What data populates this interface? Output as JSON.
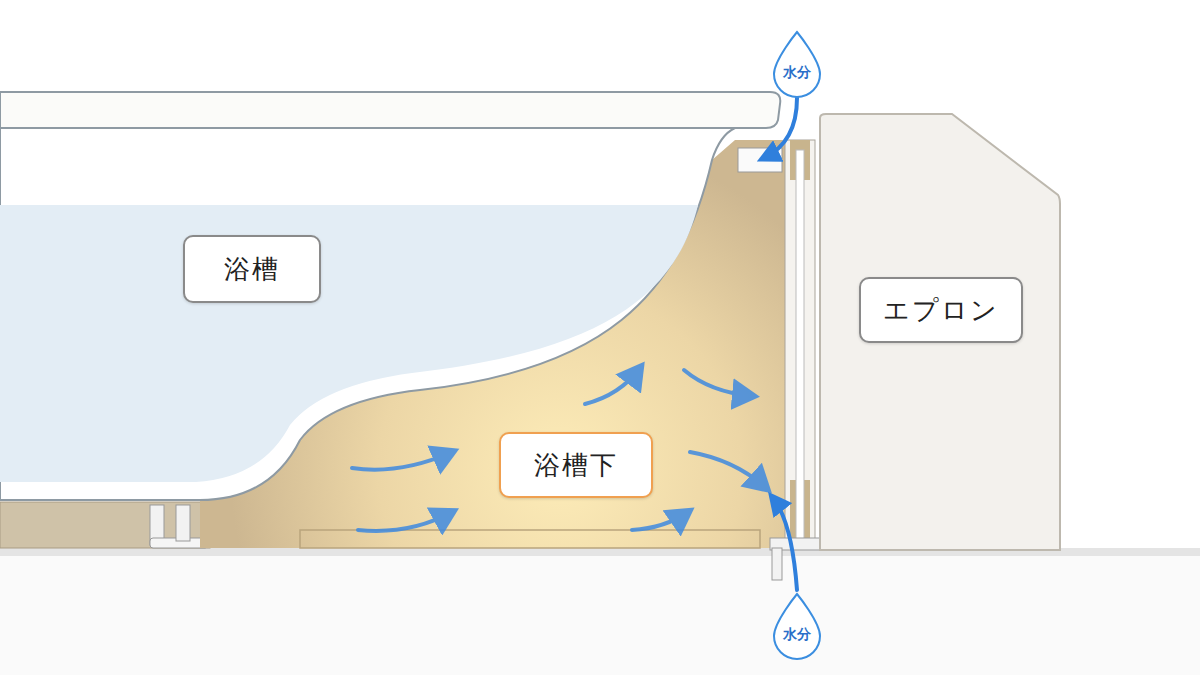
{
  "diagram": {
    "nodes": [
      {
        "text": [
          "水分"
        ]
      },
      {
        "text": [
          "浴槽"
        ]
      },
      {
        "text": [
          "エプロン"
        ]
      },
      {
        "text": [
          "浴槽下"
        ]
      },
      {
        "text": [
          "水分"
        ]
      }
    ]
  }
}
